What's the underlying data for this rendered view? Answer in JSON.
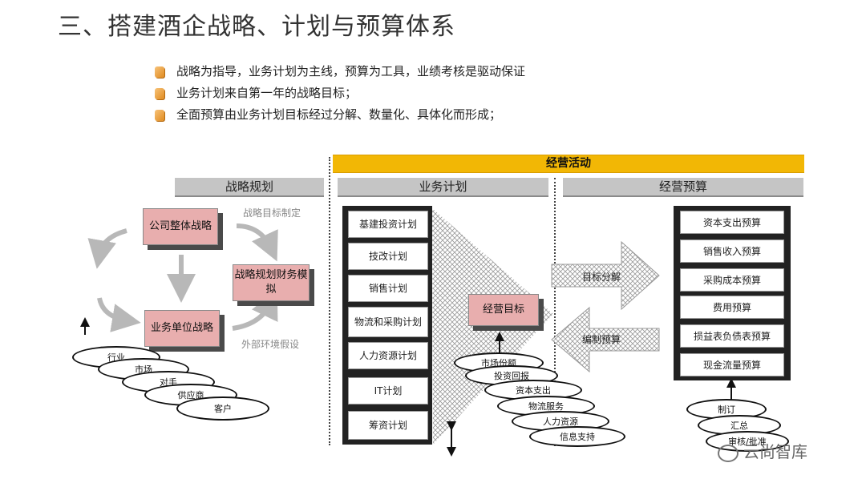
{
  "title": "三、搭建酒企战略、计划与预算体系",
  "bullets": [
    "战略为指导，业务计划为主线，预算为工具，业绩考核是驱动保证",
    "业务计划来自第一年的战略目标；",
    "全面预算由业务计划目标经过分解、数量化、具体化而形成；"
  ],
  "band": "经营活动",
  "headers": {
    "strategy": "战略规划",
    "plan": "业务计划",
    "budget": "经营预算"
  },
  "strategy": {
    "box_company": "公司整体战略",
    "box_unit": "业务单位战略",
    "box_finance": "战略规划财务模拟",
    "note_target": "战略目标制定",
    "note_env": "外部环境假设",
    "ovals": [
      "行业",
      "市场",
      "对手",
      "供应商",
      "客户"
    ]
  },
  "plan": {
    "items": [
      "基建投资计划",
      "技改计划",
      "销售计划",
      "物流和采购计划",
      "人力资源计划",
      "IT计划",
      "筹资计划"
    ],
    "target": "经营目标",
    "ovals": [
      "市场份额",
      "投资回报",
      "资本支出",
      "物流服务",
      "人力资源",
      "信息支持"
    ]
  },
  "arrows": {
    "decompose": "目标分解",
    "compile": "编制预算"
  },
  "budget": {
    "items": [
      "资本支出预算",
      "销售收入预算",
      "采购成本预算",
      "费用预算",
      "损益表负债表预算",
      "现金流量预算"
    ],
    "ovals": [
      "制订",
      "汇总",
      "审核/批准"
    ]
  },
  "watermark": "云尚智库",
  "colors": {
    "band": "#f2b705",
    "pink_box": "#e8aeae",
    "header_bg": "#c5c5c5"
  }
}
